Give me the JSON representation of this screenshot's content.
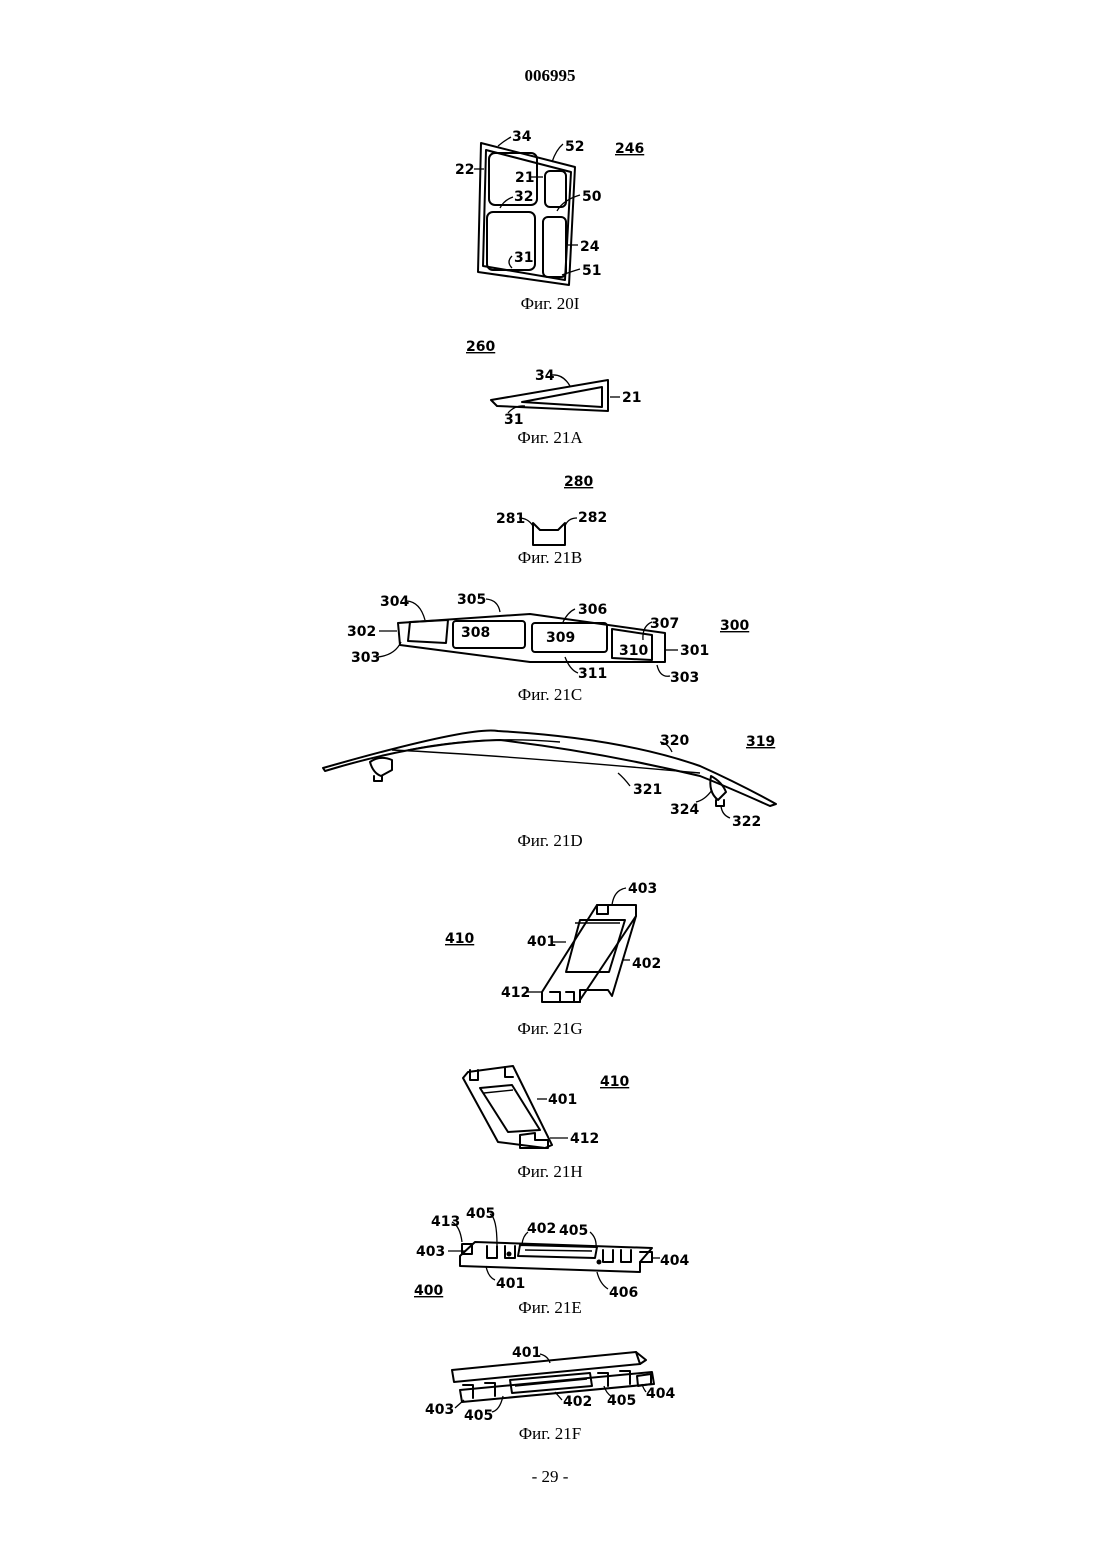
{
  "header": {
    "doc_number": "006995"
  },
  "footer": {
    "page_number": "- 29 -"
  },
  "figures": {
    "f20i": {
      "caption": "Фиг. 20I",
      "ref": "246",
      "labels": {
        "l34": "34",
        "l52": "52",
        "l22": "22",
        "l21": "21",
        "l32": "32",
        "l50": "50",
        "l24": "24",
        "l31": "31",
        "l51": "51"
      }
    },
    "f21a": {
      "caption": "Фиг. 21A",
      "ref": "260",
      "labels": {
        "l34": "34",
        "l21": "21",
        "l31": "31"
      }
    },
    "f21b": {
      "caption": "Фиг. 21B",
      "ref": "280",
      "labels": {
        "l281": "281",
        "l282": "282"
      }
    },
    "f21c": {
      "caption": "Фиг. 21C",
      "ref": "300",
      "labels": {
        "l304": "304",
        "l305": "305",
        "l306": "306",
        "l307": "307",
        "l302": "302",
        "l308": "308",
        "l309": "309",
        "l310": "310",
        "l301": "301",
        "l303a": "303",
        "l311": "311",
        "l303b": "303"
      }
    },
    "f21d": {
      "caption": "Фиг. 21D",
      "ref": "319",
      "labels": {
        "l320": "320",
        "l321": "321",
        "l324": "324",
        "l322": "322"
      }
    },
    "f21g": {
      "caption": "Фиг. 21G",
      "ref": "410",
      "labels": {
        "l403": "403",
        "l401": "401",
        "l402": "402",
        "l412": "412"
      }
    },
    "f21h": {
      "caption": "Фиг. 21H",
      "ref": "410",
      "labels": {
        "l401": "401",
        "l412": "412"
      }
    },
    "f21e": {
      "caption": "Фиг. 21E",
      "ref": "400",
      "labels": {
        "l413": "413",
        "l405a": "405",
        "l402": "402",
        "l405b": "405",
        "l403": "403",
        "l404": "404",
        "l401": "401",
        "l406": "406"
      }
    },
    "f21f": {
      "caption": "Фиг. 21F",
      "ref": "",
      "labels": {
        "l401": "401",
        "l403": "403",
        "l405a": "405",
        "l402": "402",
        "l405b": "405",
        "l404": "404"
      }
    }
  }
}
